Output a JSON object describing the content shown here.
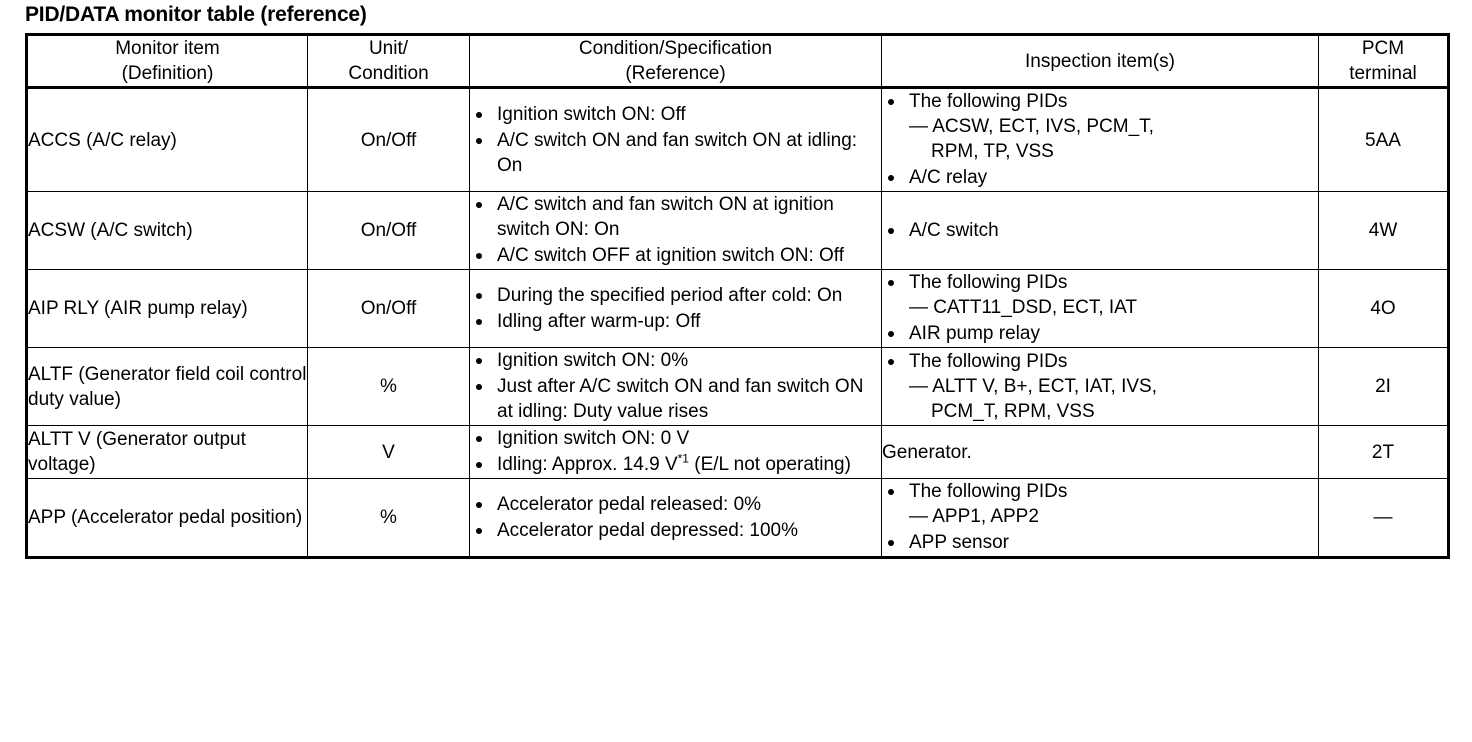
{
  "document": {
    "title": "PID/DATA monitor table (reference)"
  },
  "table": {
    "headers": {
      "monitor_item": {
        "line1": "Monitor item",
        "line2": "(Definition)"
      },
      "unit_condition": {
        "line1": "Unit/",
        "line2": "Condition"
      },
      "condition_spec": {
        "line1": "Condition/Specification",
        "line2": "(Reference)"
      },
      "inspection_items": {
        "line1": "Inspection item(s)"
      },
      "pcm_terminal": {
        "line1": "PCM",
        "line2": "terminal"
      }
    },
    "rows": [
      {
        "monitor_item": "ACCS (A/C relay)",
        "unit": "On/Off",
        "conditions": [
          {
            "text": "Ignition switch ON: Off"
          },
          {
            "text": "A/C switch ON and fan switch ON at idling: On"
          }
        ],
        "inspection": [
          {
            "text": "The following PIDs",
            "sub": "— ACSW, ECT, IVS, PCM_T,",
            "sub_cont": "RPM, TP, VSS"
          },
          {
            "text": "A/C relay"
          }
        ],
        "pcm_terminal": "5AA"
      },
      {
        "monitor_item": "ACSW (A/C switch)",
        "unit": "On/Off",
        "conditions": [
          {
            "text": "A/C switch and fan switch ON at ignition switch ON: On"
          },
          {
            "text": "A/C switch OFF at ignition switch ON: Off"
          }
        ],
        "inspection": [
          {
            "text": "A/C switch"
          }
        ],
        "pcm_terminal": "4W"
      },
      {
        "monitor_item": "AIP RLY (AIR pump relay)",
        "unit": "On/Off",
        "conditions": [
          {
            "text": "During the specified period after cold: On"
          },
          {
            "text": "Idling after warm-up: Off"
          }
        ],
        "inspection": [
          {
            "text": "The following PIDs",
            "sub": "— CATT11_DSD, ECT, IAT"
          },
          {
            "text": "AIR pump relay"
          }
        ],
        "pcm_terminal": "4O"
      },
      {
        "monitor_item": "ALTF (Generator field coil control duty value)",
        "unit": "%",
        "conditions": [
          {
            "text": "Ignition switch ON: 0%"
          },
          {
            "text": "Just after A/C switch ON and fan switch ON at idling: Duty value rises"
          }
        ],
        "inspection": [
          {
            "text": "The following PIDs",
            "sub": "— ALTT V, B+, ECT, IAT, IVS,",
            "sub_cont": "PCM_T, RPM, VSS"
          }
        ],
        "pcm_terminal": "2I"
      },
      {
        "monitor_item": "ALTT V (Generator output voltage)",
        "unit": "V",
        "conditions": [
          {
            "text": "Ignition switch ON: 0 V"
          },
          {
            "text_before": "Idling: Approx. 14.9 V",
            "footnote": "*1",
            "text_after": " (E/L not operating)"
          }
        ],
        "inspection_plain": "Generator.",
        "pcm_terminal": "2T"
      },
      {
        "monitor_item": "APP (Accelerator pedal position)",
        "unit": "%",
        "conditions": [
          {
            "text": "Accelerator pedal released: 0%"
          },
          {
            "text": "Accelerator pedal depressed: 100%"
          }
        ],
        "inspection": [
          {
            "text": "The following PIDs",
            "sub": "— APP1, APP2"
          },
          {
            "text": "APP sensor"
          }
        ],
        "pcm_terminal": "—"
      }
    ]
  }
}
